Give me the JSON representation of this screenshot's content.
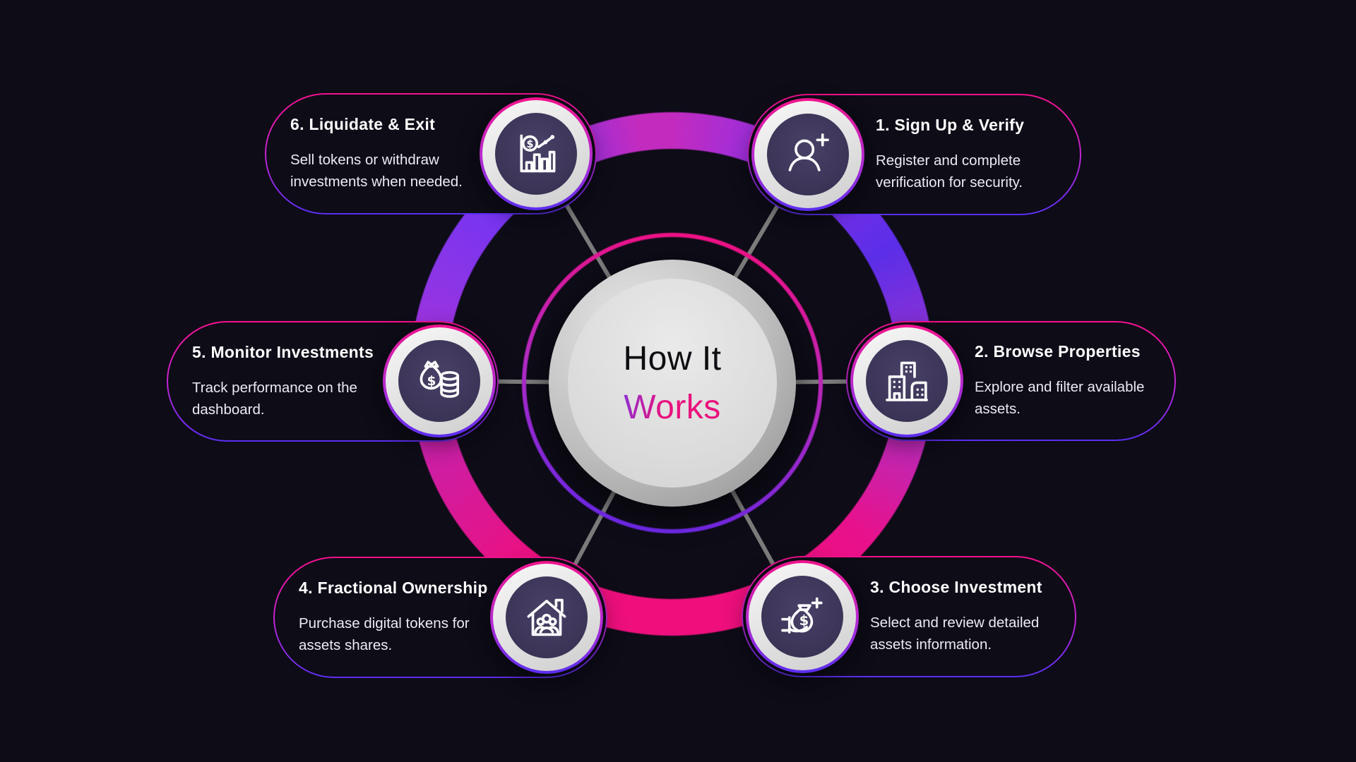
{
  "center": {
    "line1": "How It",
    "line2": "Works"
  },
  "steps": [
    {
      "id": 1,
      "title": "1. Sign Up & Verify",
      "icon": "user-plus-icon",
      "lines": [
        "Register and complete",
        "verification for security."
      ],
      "position": "top-right"
    },
    {
      "id": 2,
      "title": "2. Browse Properties",
      "icon": "buildings-icon",
      "lines": [
        "Explore and filter available",
        "assets."
      ],
      "position": "right"
    },
    {
      "id": 3,
      "title": "3. Choose Investment",
      "icon": "hand-money-bag-icon",
      "lines": [
        "Select and review detailed",
        "assets information."
      ],
      "position": "bottom-right"
    },
    {
      "id": 4,
      "title": "4. Fractional Ownership",
      "icon": "house-group-icon",
      "lines": [
        "Purchase digital tokens for",
        "assets shares."
      ],
      "position": "bottom-left"
    },
    {
      "id": 5,
      "title": "5. Monitor Investments",
      "icon": "moneybag-coins-icon",
      "lines": [
        "Track performance on the",
        "dashboard."
      ],
      "position": "left"
    },
    {
      "id": 6,
      "title": "6. Liquidate & Exit",
      "icon": "chart-dollar-icon",
      "lines": [
        "Sell tokens or withdraw",
        "investments when needed."
      ],
      "position": "top-left"
    }
  ],
  "colors": {
    "background": "#0d0c17",
    "pink": "#EE0F7D",
    "magenta": "#C32BBF",
    "purple": "#8B30E8",
    "violet": "#5B2EE8",
    "connector_gray": "#7B7B7B",
    "node_fill": "#3D3659",
    "center_circle": "#DCDCDC"
  }
}
